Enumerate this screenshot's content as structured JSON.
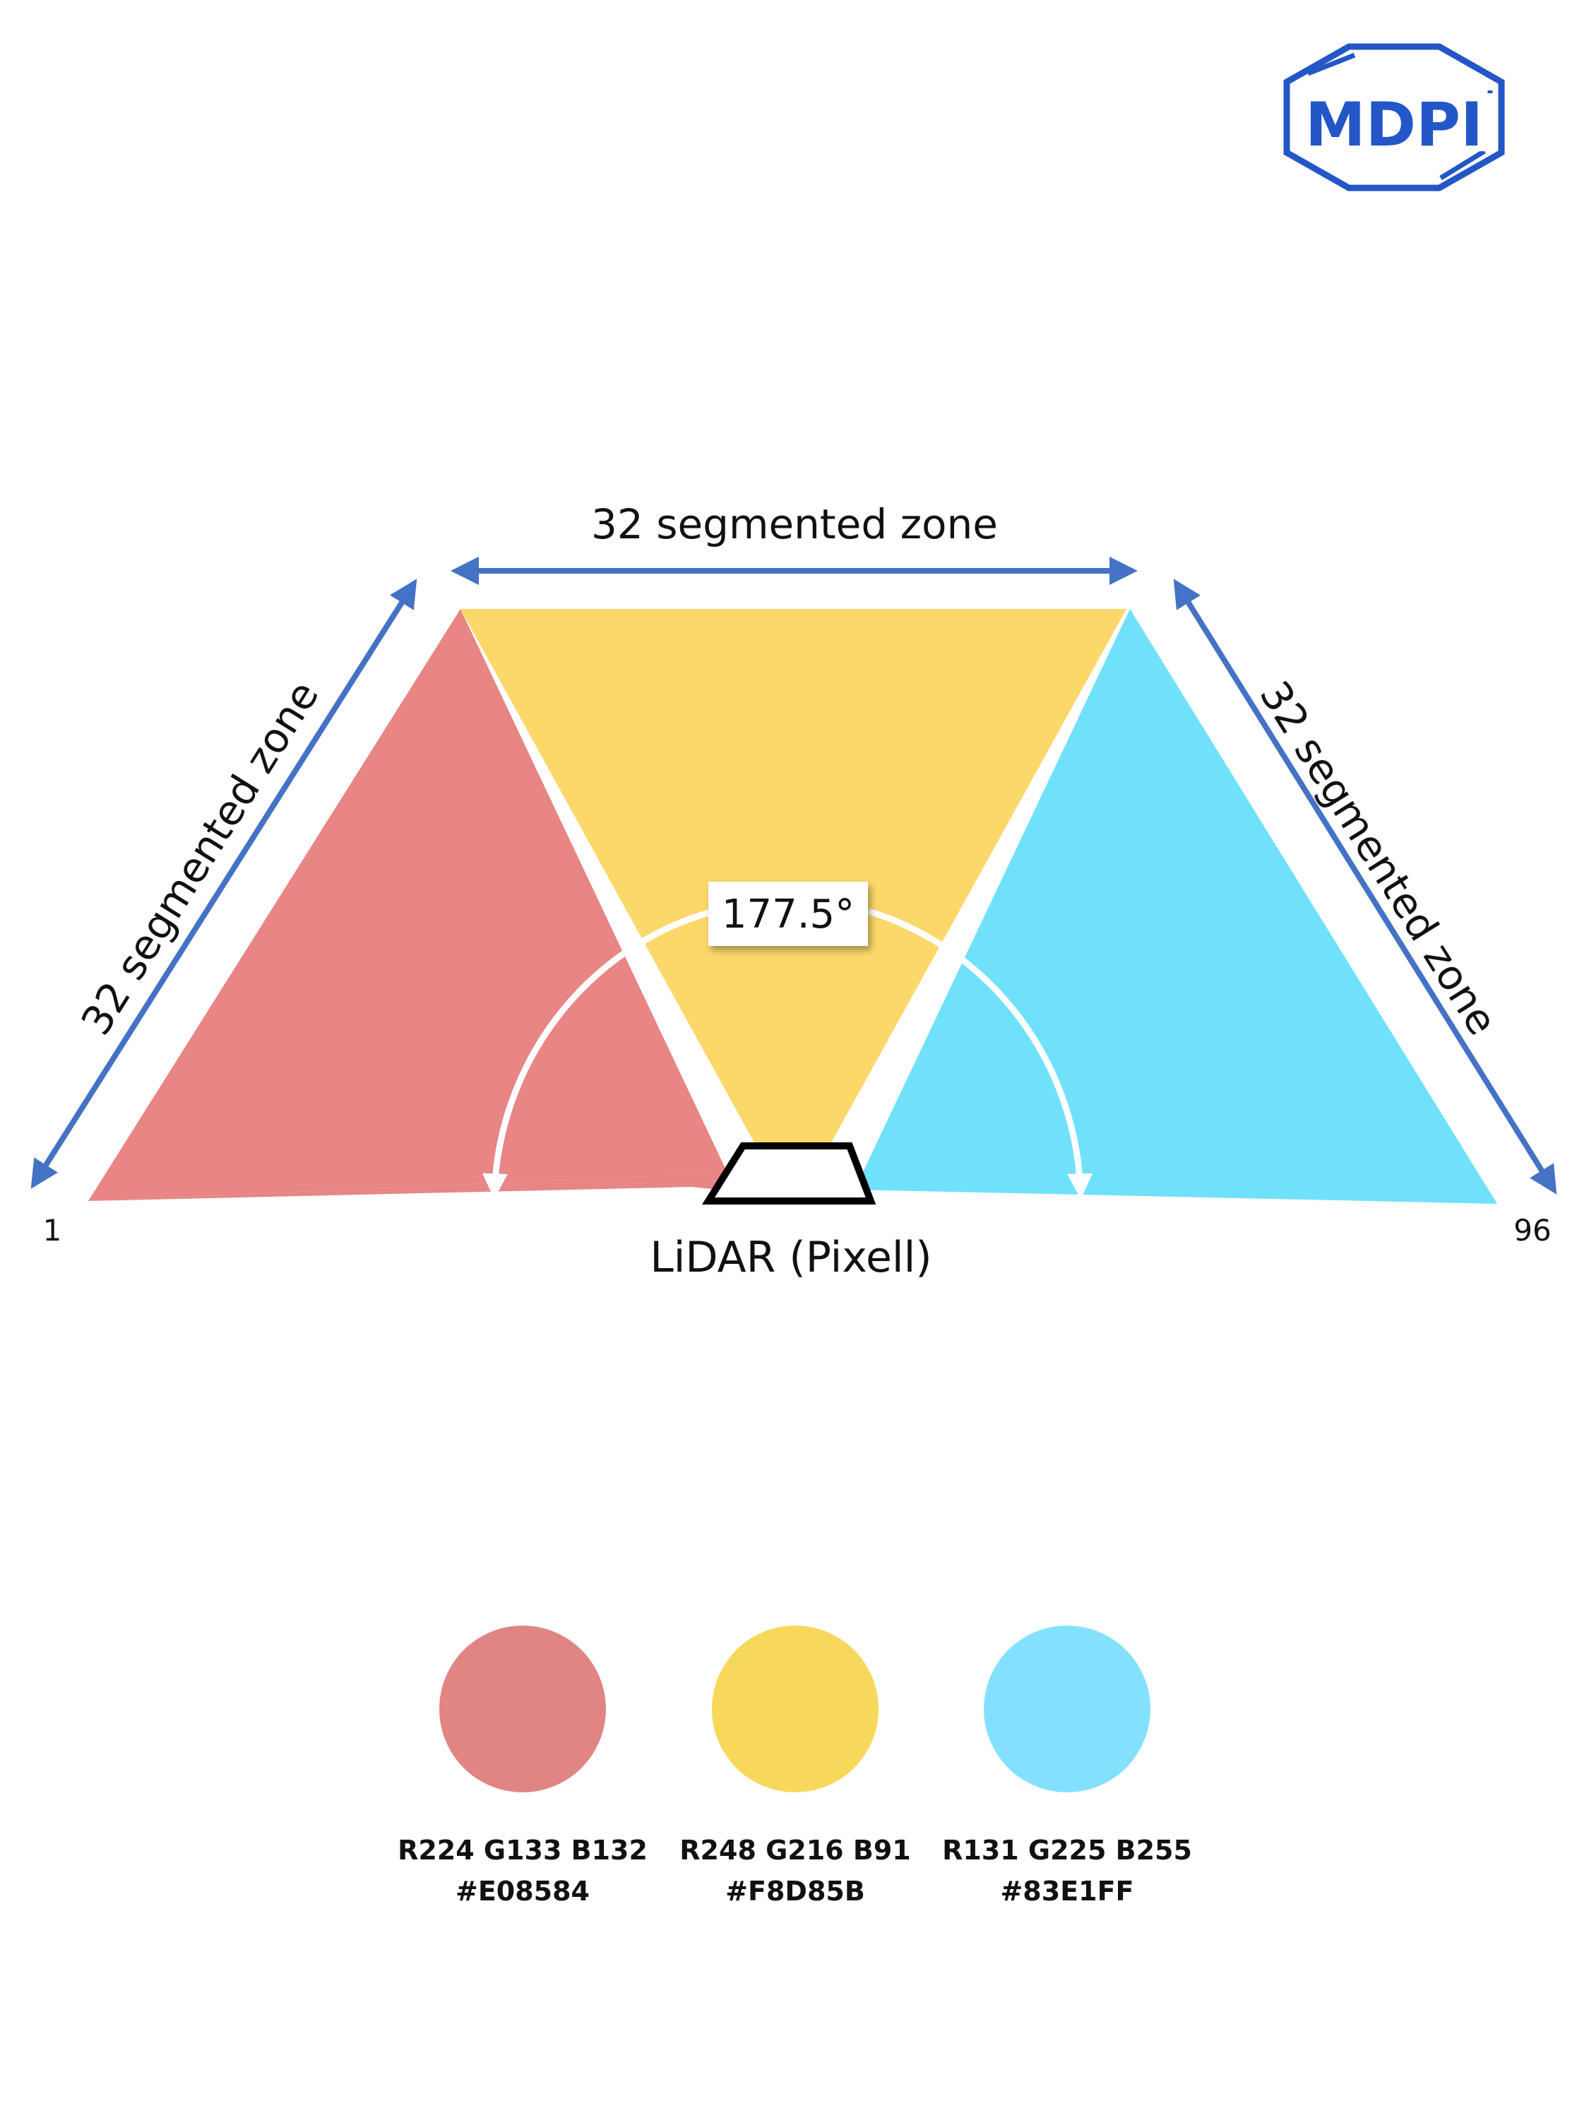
{
  "logo": {
    "text": "MDPI",
    "color": "#2356c7"
  },
  "diagram": {
    "top_label": "32 segmented zone",
    "left_label": "32 segmented zone",
    "right_label": "32 segmented zone",
    "angle_label": "177.5°",
    "sensor_label": "LiDAR (Pixell)",
    "start_index": "1",
    "end_index": "96",
    "arrow_color": "#4472c4",
    "zone_colors": {
      "left": "#e88585",
      "center": "#fcd86b",
      "right": "#70e1fb"
    }
  },
  "swatches": [
    {
      "color": "#e08584",
      "rgb": "R224 G133 B132",
      "hex": "#E08584"
    },
    {
      "color": "#f8d85b",
      "rgb": "R248 G216 B91",
      "hex": "#F8D85B"
    },
    {
      "color": "#83e1ff",
      "rgb": "R131 G225 B255",
      "hex": "#83E1FF"
    }
  ]
}
